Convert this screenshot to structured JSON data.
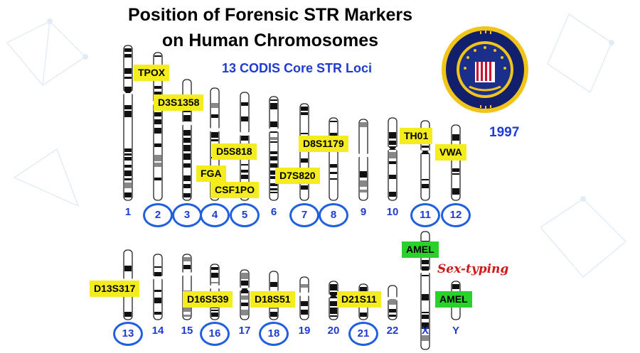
{
  "title_line1": "Position of Forensic STR Markers",
  "title_line2": "on Human Chromosomes",
  "subtitle": "13 CODIS Core STR Loci",
  "year": "1997",
  "sex_typing": "Sex-typing",
  "colors": {
    "marker_yellow": "#f4ec1d",
    "marker_green": "#2ad12a",
    "blue": "#1f3bd1",
    "red": "#d01818"
  },
  "chromosomes_row1": [
    "1",
    "2",
    "3",
    "4",
    "5",
    "6",
    "7",
    "8",
    "9",
    "10",
    "11",
    "12"
  ],
  "chromosomes_row2": [
    "13",
    "14",
    "15",
    "16",
    "17",
    "18",
    "19",
    "20",
    "21",
    "22",
    "X",
    "Y"
  ],
  "circled": [
    "2",
    "3",
    "4",
    "5",
    "7",
    "8",
    "11",
    "12",
    "13",
    "16",
    "18",
    "21"
  ],
  "markers": {
    "tpox": "TPOX",
    "d3s1358": "D3S1358",
    "d5s818": "D5S818",
    "fga": "FGA",
    "csf1po": "CSF1PO",
    "d8s1179": "D8S1179",
    "d7s820": "D7S820",
    "th01": "TH01",
    "vwa": "VWA",
    "d13s317": "D13S317",
    "d16s539": "D16S539",
    "d18s51": "D18S51",
    "d21s11": "D21S11",
    "amel_x": "AMEL",
    "amel_y": "AMEL"
  },
  "seal_icon": "fbi-seal-icon"
}
